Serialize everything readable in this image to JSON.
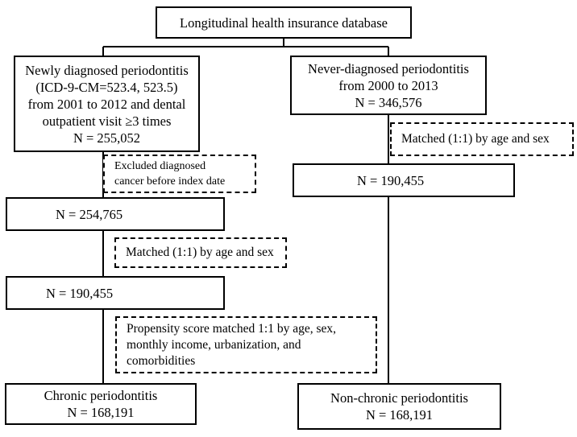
{
  "colors": {
    "stroke": "#000000",
    "background": "#ffffff"
  },
  "nodes": {
    "database": {
      "lines": [
        "Longitudinal health insurance database"
      ]
    },
    "newly_diagnosed": {
      "lines": [
        "Newly diagnosed periodontitis",
        "(ICD-9-CM=523.4, 523.5)",
        "from 2001 to 2012 and dental",
        "outpatient visit ≥3 times",
        "N = 255,052"
      ]
    },
    "never_diagnosed": {
      "lines": [
        "Never-diagnosed periodontitis",
        "from 2000 to 2013",
        "N = 346,576"
      ]
    },
    "n_254765": {
      "lines": [
        "N = 254,765"
      ]
    },
    "n_190455_left": {
      "lines": [
        "N = 190,455"
      ]
    },
    "n_190455_right": {
      "lines": [
        "N = 190,455"
      ]
    },
    "chronic": {
      "lines": [
        "Chronic periodontitis",
        "N = 168,191"
      ]
    },
    "non_chronic": {
      "lines": [
        "Non-chronic periodontitis",
        "N = 168,191"
      ]
    }
  },
  "notes": {
    "excluded_cancer": {
      "lines": [
        "Excluded diagnosed",
        "cancer before index date"
      ]
    },
    "matched_left": {
      "lines": [
        "Matched (1:1) by age and sex"
      ]
    },
    "matched_right": {
      "lines": [
        "Matched (1:1) by age and sex"
      ]
    },
    "propensity": {
      "lines": [
        "Propensity score matched 1:1 by age, sex,",
        "monthly income, urbanization, and",
        "comorbidities"
      ]
    }
  }
}
